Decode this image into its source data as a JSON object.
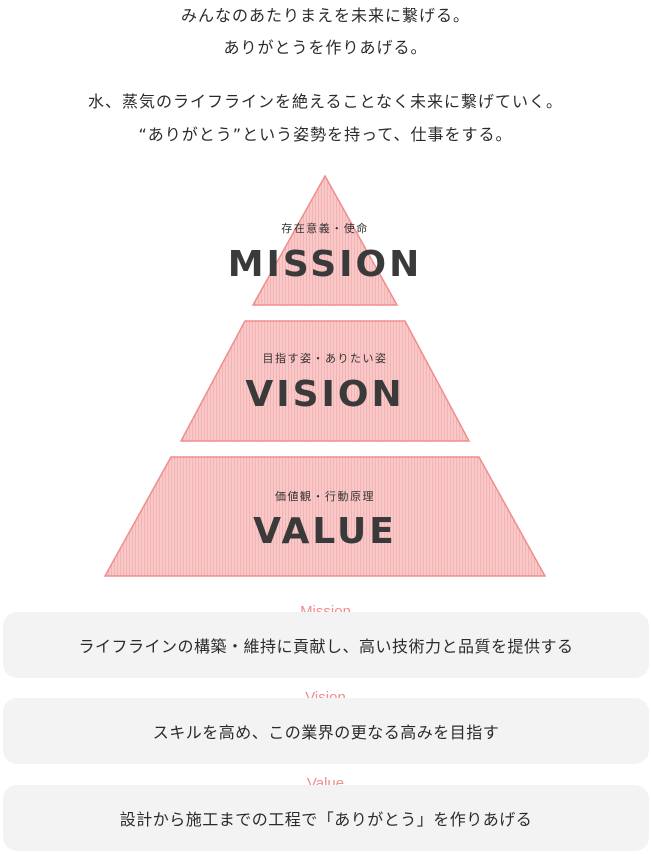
{
  "intro": {
    "lines": [
      "みんなのあたりまえを未来に繋げる。",
      "ありがとうを作りあげる。",
      "水、蒸気のライフラインを絶えることなく未来に繋げていく。",
      "“ありがとう”という姿勢を持って、仕事をする。"
    ]
  },
  "pyramid": {
    "tiers": [
      {
        "subtitle": "存在意義・使命",
        "title": "MISSION"
      },
      {
        "subtitle": "目指す姿・ありたい姿",
        "title": "VISION"
      },
      {
        "subtitle": "価値観・行動原理",
        "title": "VALUE"
      }
    ],
    "colors": {
      "fill": "#f9c9c9",
      "hatch": "#f3a9a9",
      "stroke": "#f08d8d"
    }
  },
  "cards": [
    {
      "label": "Mission",
      "text": "ライフラインの構築・維持に貢献し、高い技術力と品質を提供する"
    },
    {
      "label": "Vision",
      "text": "スキルを高め、この業界の更なる高みを目指す"
    },
    {
      "label": "Value",
      "text": "設計から施工までの工程で「ありがとう」を作りあげる"
    }
  ]
}
